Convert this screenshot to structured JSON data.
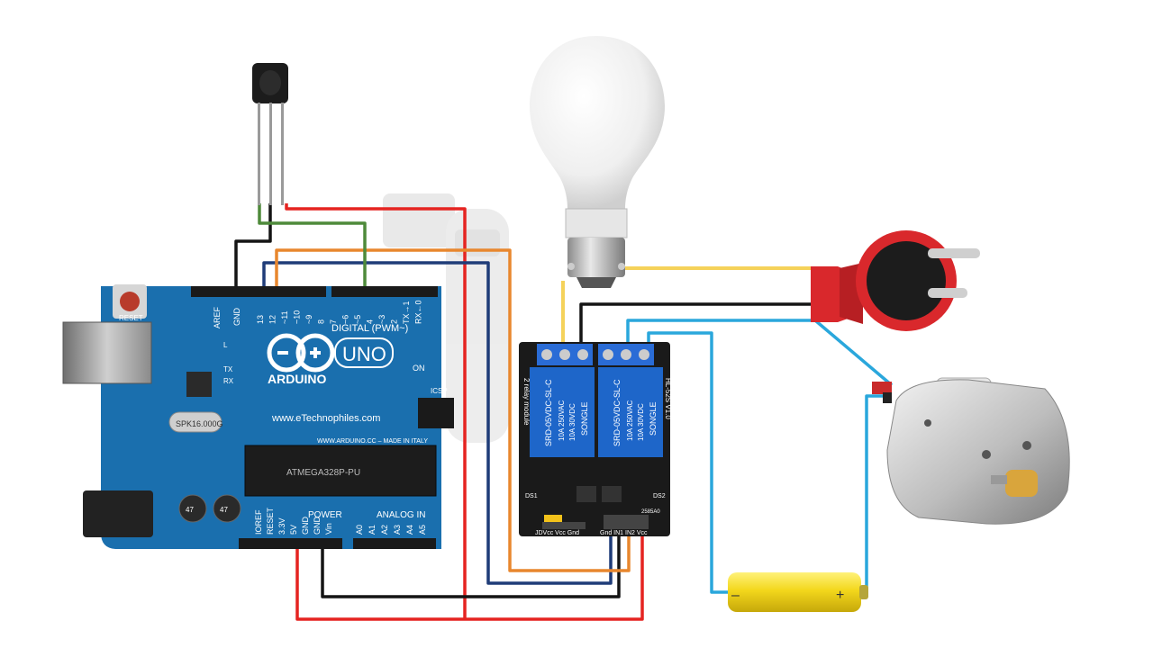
{
  "arduino": {
    "brand": "ARDUINO",
    "model": "UNO",
    "website": "www.eTechnophiles.com",
    "made": "WWW.ARDUINO.CC – MADE IN ITALY",
    "digital_label": "DIGITAL (PWM~)",
    "power_label": "POWER",
    "analog_label": "ANALOG IN",
    "on_label": "ON",
    "reset_label": "RESET",
    "aref_label": "AREF",
    "gnd_label": "GND",
    "icsp_label": "ICSP",
    "tx_label": "TX",
    "rx_label": "RX",
    "l_label": "L",
    "crystal_label": "SPK16.000G",
    "chip_label": "ATMEGA328P-PU",
    "digital_pins": [
      "13",
      "12",
      "~11",
      "~10",
      "~9",
      "8",
      "7",
      "~6",
      "~5",
      "4",
      "~3",
      "2",
      "TX→1",
      "RX←0"
    ],
    "power_pins": [
      "IOREF",
      "RESET",
      "3.3V",
      "5V",
      "GND",
      "GND",
      "Vin"
    ],
    "analog_pins": [
      "A0",
      "A1",
      "A2",
      "A3",
      "A4",
      "A5"
    ],
    "cap_label": "47"
  },
  "relay": {
    "module_label": "2 relay module",
    "model_label": "HL-52S V1.0",
    "relay_brand": "SONGLE",
    "relay_part": "SRD-05VDC-SL-C",
    "relay_rating_1": "10A 250VAC",
    "relay_rating_2": "10A 30VDC",
    "left_header": "JDVcc Vcc Gnd",
    "right_header": "Gnd IN1 IN2 Vcc",
    "led_1": "DS1",
    "led_2": "DS2",
    "part_2585": "2585A0"
  },
  "battery": {
    "minus": "–",
    "plus": "+"
  },
  "colors": {
    "wire_red": "#e52421",
    "wire_black": "#141414",
    "wire_blue": "#1f3c78",
    "wire_orange": "#e8872e",
    "wire_green": "#4e8a3a",
    "wire_yellow": "#f5d25a",
    "wire_cyan": "#2aa7dc",
    "arduino_blue": "#1a6fae",
    "relay_blue": "#1e66c9",
    "plug_red": "#d9282c",
    "battery_yellow": "#f3d71c"
  },
  "components": [
    "ir-receiver",
    "arduino-uno",
    "relay-module",
    "light-bulb",
    "power-plug",
    "dc-motor",
    "battery"
  ]
}
